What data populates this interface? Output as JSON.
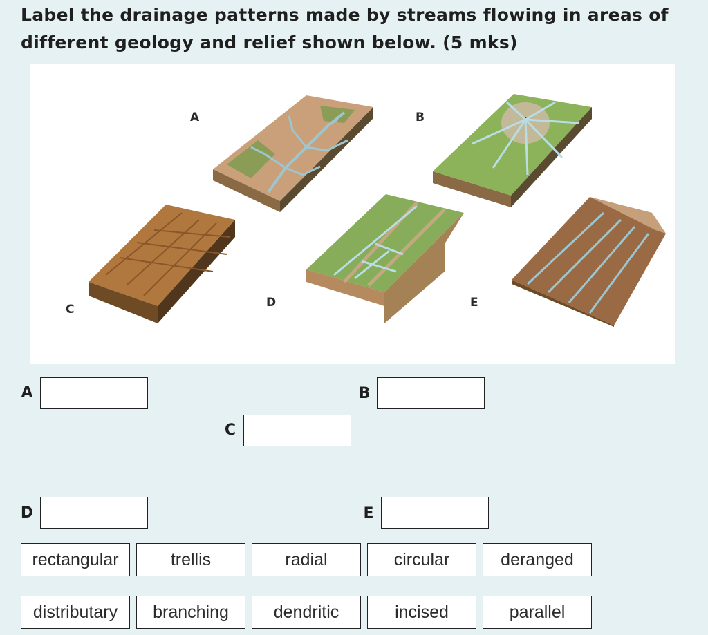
{
  "question": "Label the drainage patterns made by streams flowing in areas of different geology and relief shown below. (5 mks)",
  "figure": {
    "labels": [
      "A",
      "B",
      "C",
      "D",
      "E"
    ]
  },
  "answers": [
    {
      "label": "A",
      "value": ""
    },
    {
      "label": "B",
      "value": ""
    },
    {
      "label": "C",
      "value": ""
    },
    {
      "label": "D",
      "value": ""
    },
    {
      "label": "E",
      "value": ""
    }
  ],
  "options": {
    "row1": [
      "rectangular",
      "trellis",
      "radial",
      "circular",
      "deranged"
    ],
    "row2": [
      "distributary",
      "branching",
      "dendritic",
      "incised",
      "parallel"
    ]
  }
}
